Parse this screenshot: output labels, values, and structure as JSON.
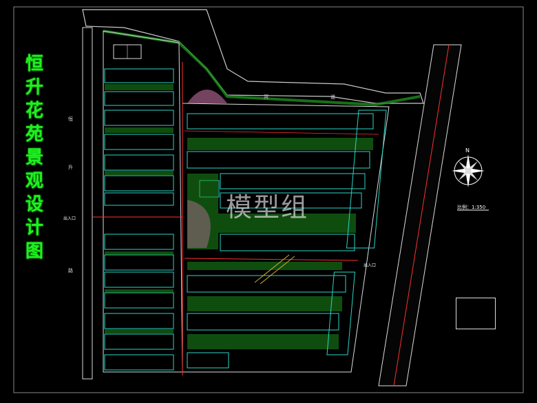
{
  "title_chars": [
    "恒",
    "升",
    "花",
    "苑",
    "景",
    "观",
    "设",
    "计",
    "图"
  ],
  "road_left_chars": [
    "恒",
    "升",
    "路"
  ],
  "river_label": "河",
  "river_label2": "道",
  "entrance_west": "出入口",
  "entrance_east": "出入口",
  "north_label": "N",
  "scale_text": "比例：1:350",
  "watermark": "模型组",
  "colors": {
    "background": "#000000",
    "title": "#22ee22",
    "building": "#2ad7c8",
    "boundary": "#dddddd",
    "road_red": "#ff3030",
    "green_area": "#1c8c1c"
  }
}
